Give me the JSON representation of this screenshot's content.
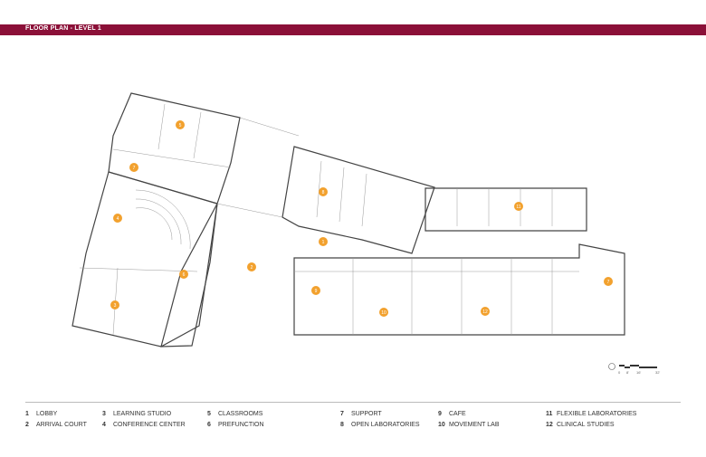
{
  "header": {
    "title": "FLOOR PLAN - LEVEL 1"
  },
  "legend": [
    {
      "num": "1",
      "label": "LOBBY"
    },
    {
      "num": "2",
      "label": "ARRIVAL COURT"
    },
    {
      "num": "3",
      "label": "LEARNING STUDIO"
    },
    {
      "num": "4",
      "label": "CONFERENCE CENTER"
    },
    {
      "num": "5",
      "label": "CLASSROOMS"
    },
    {
      "num": "6",
      "label": "PREFUNCTION"
    },
    {
      "num": "7",
      "label": "SUPPORT"
    },
    {
      "num": "8",
      "label": "OPEN LABORATORIES"
    },
    {
      "num": "9",
      "label": "CAFE"
    },
    {
      "num": "10",
      "label": "MOVEMENT LAB"
    },
    {
      "num": "11",
      "label": "FLEXIBLE LABORATORIES"
    },
    {
      "num": "12",
      "label": "CLINICAL STUDIES"
    }
  ],
  "plan_markers": [
    "5",
    "7",
    "4",
    "3",
    "6",
    "2",
    "8",
    "1",
    "9",
    "10",
    "12",
    "11",
    "7"
  ],
  "scale": {
    "ticks": [
      "0",
      "8'",
      "16'",
      "32'"
    ]
  },
  "colors": {
    "header": "#8b1038",
    "marker": "#f2a12e",
    "wall": "#444444"
  }
}
